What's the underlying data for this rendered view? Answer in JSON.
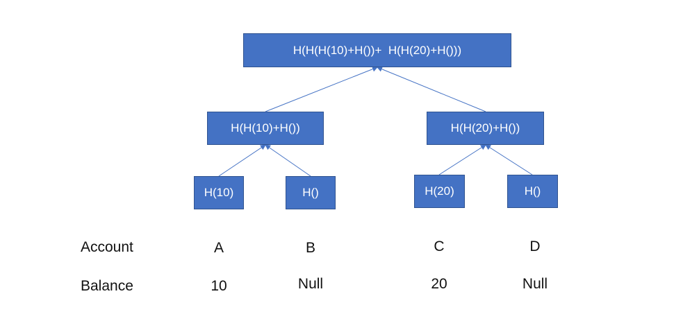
{
  "tree": {
    "root": "H(H(H(10)+H())+  H(H(20)+H()))",
    "left_parent": "H(H(10)+H())",
    "right_parent": "H(H(20)+H())",
    "leaves": [
      "H(10)",
      "H()",
      "H(20)",
      "H()"
    ]
  },
  "table": {
    "row_labels": [
      "Account",
      "Balance"
    ],
    "accounts": [
      "A",
      "B",
      "C",
      "D"
    ],
    "balances": [
      "10",
      "Null",
      "20",
      "Null"
    ]
  },
  "colors": {
    "node_fill": "#4472c4",
    "node_border": "#2f528f",
    "edge": "#4472c4"
  }
}
